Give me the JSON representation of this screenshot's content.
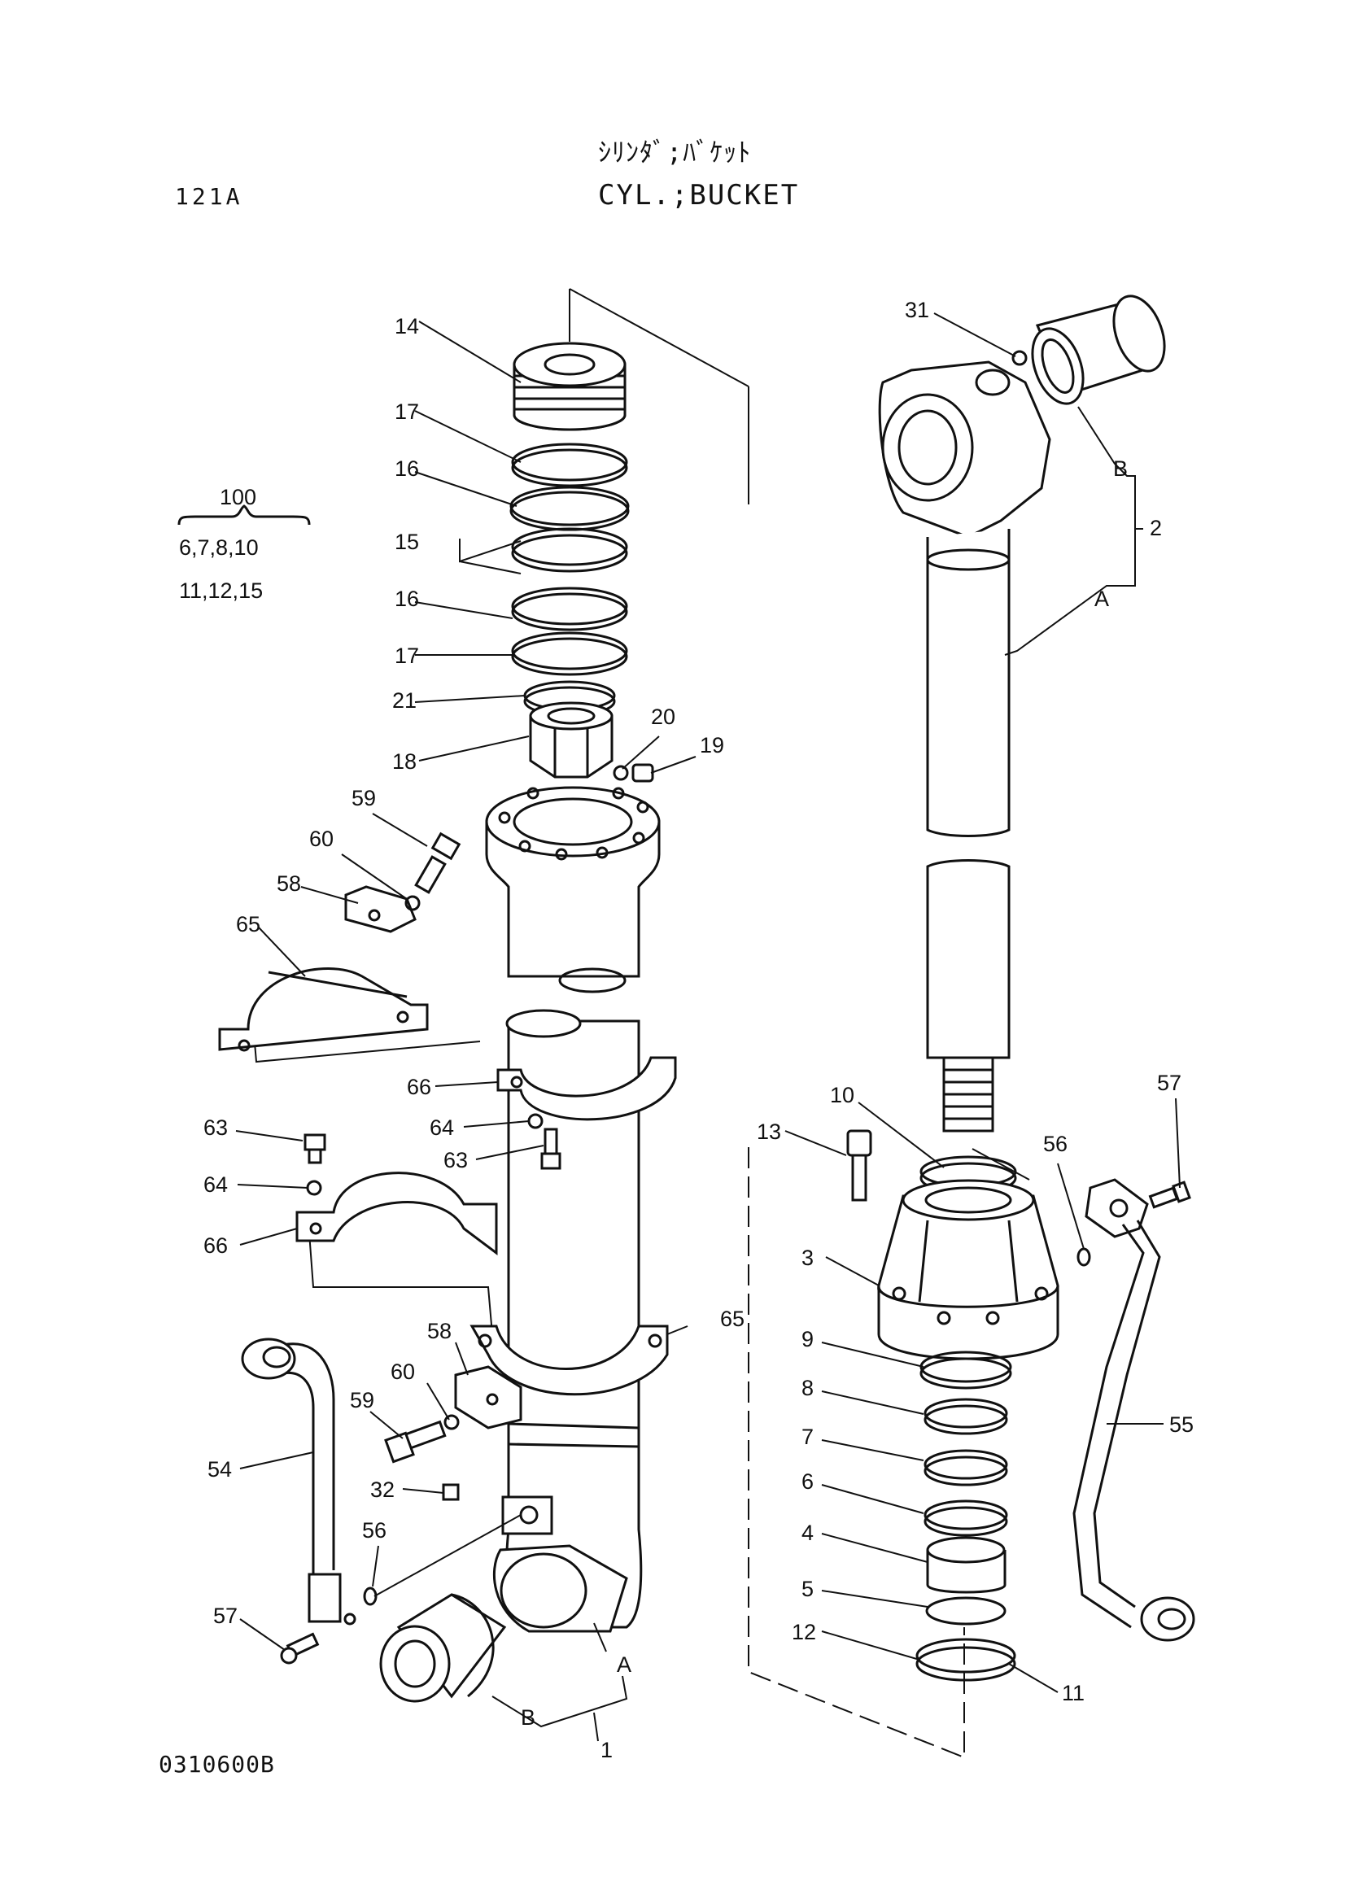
{
  "header": {
    "title_jp": "ｼﾘﾝﾀﾞ;ﾊﾞｹｯﾄ",
    "title_en": "CYL.;BUCKET",
    "page_no": "121A",
    "drawing_no": "0310600B"
  },
  "kit": {
    "number": "100",
    "line1": "6,7,8,10",
    "line2": "11,12,15"
  },
  "callouts": {
    "c14": "14",
    "c17a": "17",
    "c16a": "16",
    "c15": "15",
    "c16b": "16",
    "c17b": "17",
    "c21": "21",
    "c18": "18",
    "c20": "20",
    "c19": "19",
    "c59a": "59",
    "c60a": "60",
    "c58a": "58",
    "c65a": "65",
    "c66a": "66",
    "c64a": "64",
    "c63a": "63",
    "c63b": "63",
    "c64b": "64",
    "c66b": "66",
    "c58b": "58",
    "c60b": "60",
    "c59b": "59",
    "c65b": "65",
    "c54": "54",
    "c32": "32",
    "c56a": "56",
    "c57a": "57",
    "cA1": "A",
    "cB1": "B",
    "c1": "1",
    "c31": "31",
    "cB2": "B",
    "c2": "2",
    "cA2": "A",
    "c10": "10",
    "c13": "13",
    "c56b": "56",
    "c57b": "57",
    "c3": "3",
    "c9": "9",
    "c8": "8",
    "c7": "7",
    "c6": "6",
    "c4": "4",
    "c5": "5",
    "c12": "12",
    "c11": "11",
    "c55": "55"
  }
}
